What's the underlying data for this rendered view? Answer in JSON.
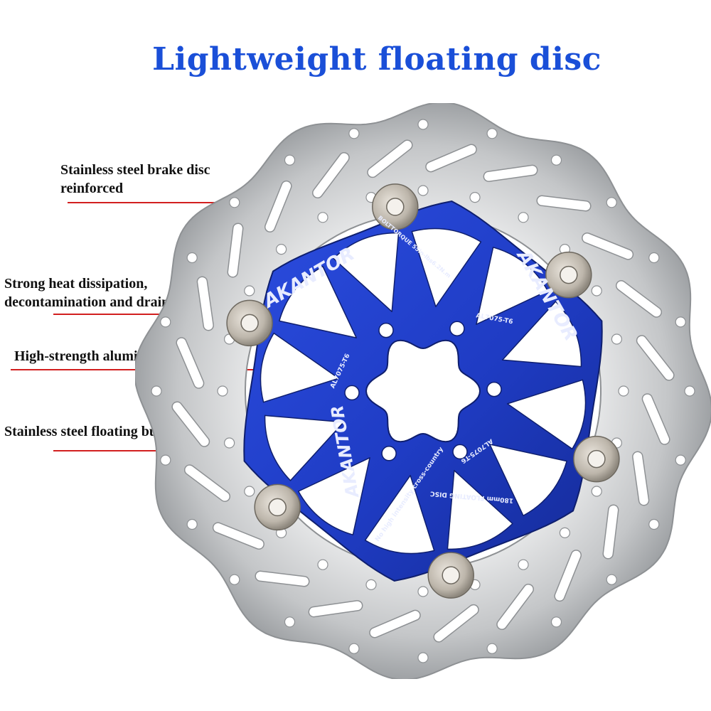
{
  "title": "Lightweight floating disc",
  "callouts": {
    "rotor": {
      "line1": "Stainless steel brake disc",
      "line2": "reinforced"
    },
    "heat": {
      "line1": "Strong heat dissipation,",
      "line2": "decontamination and drainage design"
    },
    "alloy": {
      "line1": "High-strength aluminum alloy"
    },
    "buckle": {
      "line1": "Stainless steel floating buckle"
    }
  },
  "disc_text": {
    "brand": "AKANTOR",
    "bolt_torque": "BOLTTORQUE 55in-lbs6.2N.m",
    "material": "AL7075-T6",
    "size": "180mm FLOATING DISC",
    "warning": "No high intensity cross-country"
  },
  "colors": {
    "title": "#1a4fd8",
    "leader": "#d21f1f",
    "carrier": "#1f3cc4",
    "rotor": "#c9cbcd"
  }
}
